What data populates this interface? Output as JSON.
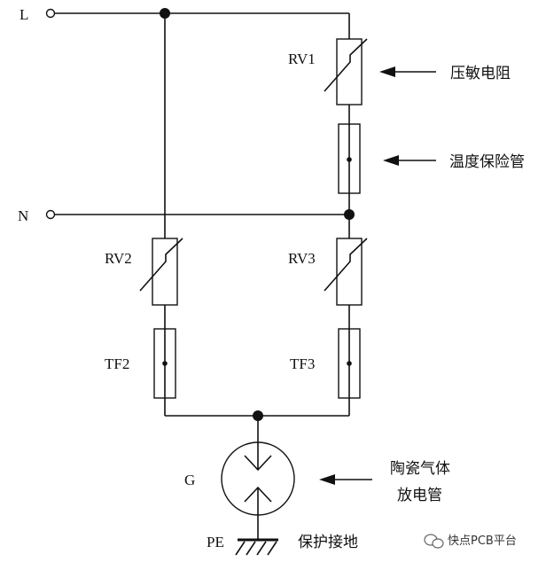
{
  "terminals": {
    "l": "L",
    "n": "N"
  },
  "components": {
    "rv1": "RV1",
    "rv2": "RV2",
    "rv3": "RV3",
    "tf2": "TF2",
    "tf3": "TF3",
    "g": "G",
    "pe": "PE"
  },
  "annotations": {
    "varistor": "压敏电阻",
    "thermal_fuse": "温度保险管",
    "gas_tube_line1": "陶瓷气体",
    "gas_tube_line2": "放电管",
    "ground": "保护接地"
  },
  "watermark": "快点PCB平台"
}
